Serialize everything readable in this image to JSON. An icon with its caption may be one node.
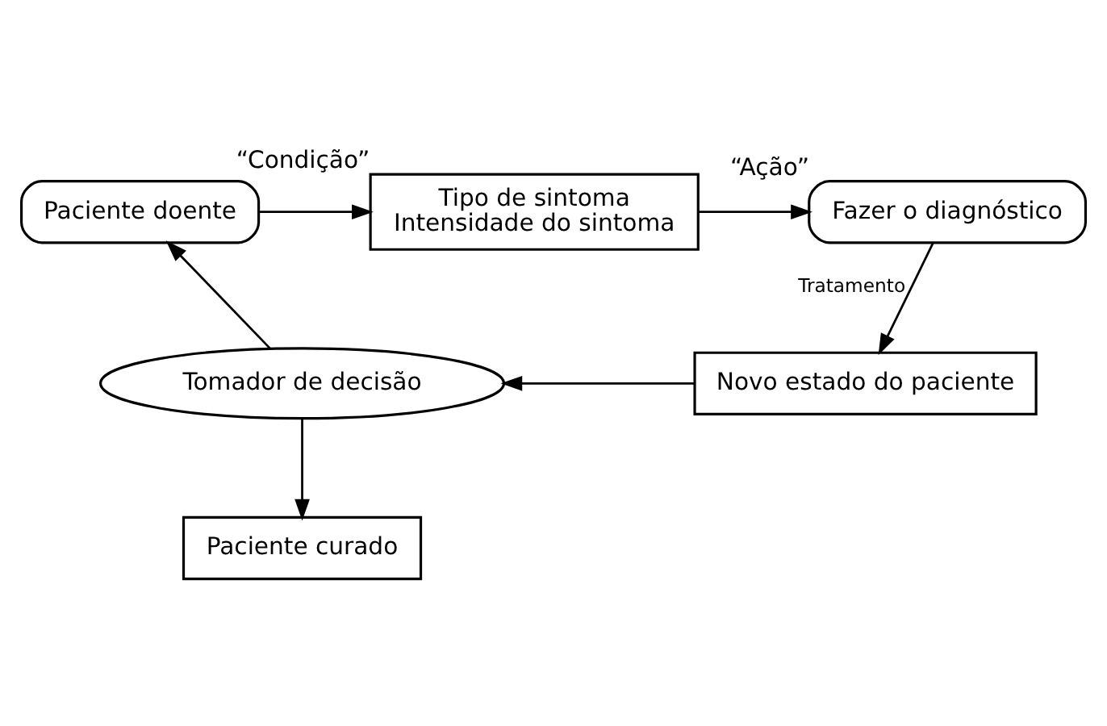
{
  "diagram": {
    "nodes": [
      {
        "text": [
          "Paciente doente"
        ]
      },
      {
        "text": [
          "Tipo de sintoma",
          "Intensidade do sintoma"
        ],
        "beside": [
          "“Condição”"
        ]
      },
      {
        "text": [
          "Fazer o diagnóstico"
        ],
        "beside": [
          "“Ação”"
        ]
      },
      {
        "text": [
          "Novo estado do paciente"
        ]
      },
      {
        "text": [
          "Tomador de decisão"
        ]
      },
      {
        "text": [
          "Paciente curado"
        ]
      }
    ],
    "edges": [
      {
        "from": 0,
        "to": 1,
        "arrow": "to"
      },
      {
        "from": 1,
        "to": 2,
        "arrow": "to"
      },
      {
        "from": 2,
        "to": 3,
        "arrow": "to",
        "label": "Tratamento"
      },
      {
        "from": 3,
        "to": 4,
        "arrow": "to"
      },
      {
        "from": 4,
        "to": 0,
        "arrow": "to"
      },
      {
        "from": 4,
        "to": 5,
        "arrow": "to"
      }
    ]
  }
}
